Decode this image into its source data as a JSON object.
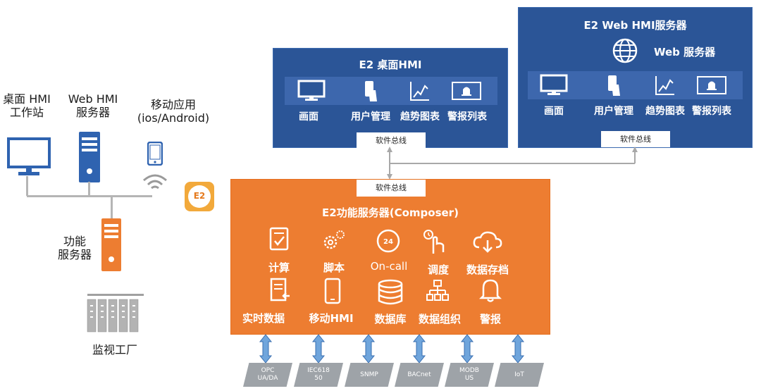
{
  "left": {
    "desktop_label": "桌面 HMI\n工作站",
    "web_label": "Web HMI\n服务器",
    "mobile_label": "移动应用\n(ios/Android)",
    "func_label": "功能\n服务器",
    "plant_label": "监视工厂"
  },
  "logo_text": "E2",
  "desktop_hmi": {
    "title": "E2 桌面HMI",
    "items": [
      "画面",
      "用户管理",
      "趋势图表",
      "警报列表"
    ],
    "bus": "软件总线"
  },
  "web_hmi": {
    "title": "E2 Web HMI服务器",
    "web_service": "Web 服务器",
    "items": [
      "画面",
      "用户管理",
      "趋势图表",
      "警报列表"
    ],
    "bus": "软件总线"
  },
  "composer": {
    "bus": "软件总线",
    "title": "E2功能服务器(Composer)",
    "row1": [
      "计算",
      "脚本",
      "On-call",
      "调度",
      "数据存档"
    ],
    "row2": [
      "实时数据",
      "移动HMI",
      "数据库",
      "数据组织",
      "警报"
    ]
  },
  "protocols": [
    "OPC\nUA/DA",
    "IEC618\n50",
    "SNMP",
    "BACnet",
    "MODB\nUS",
    "IoT"
  ]
}
